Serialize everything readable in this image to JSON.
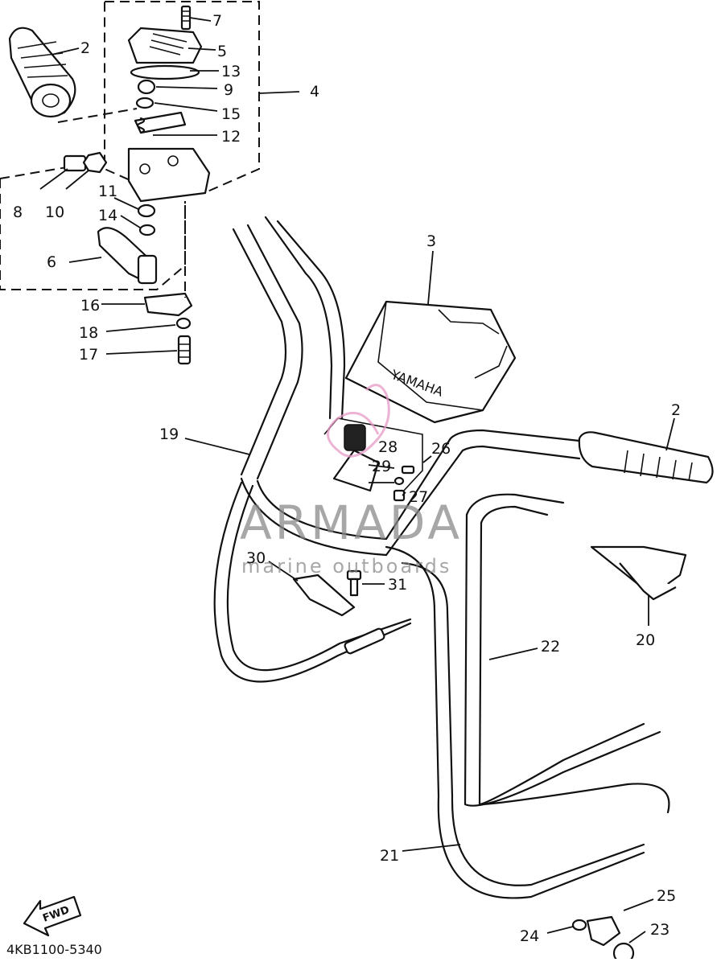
{
  "diagram": {
    "code": "4KB1100-5340",
    "fwd": "FWD",
    "brand_mark": "YAMAHA",
    "watermark_title": "ARMADA",
    "watermark_subtitle": "marine outboards",
    "callouts": [
      "2",
      "7",
      "5",
      "13",
      "9",
      "4",
      "15",
      "12",
      "8",
      "10",
      "11",
      "14",
      "6",
      "16",
      "18",
      "17",
      "3",
      "19",
      "2",
      "20",
      "22",
      "21",
      "28",
      "26",
      "29",
      "27",
      "30",
      "31",
      "25",
      "24",
      "23"
    ]
  },
  "colors": {
    "line": "#111111",
    "watermark": "#8a8a8a",
    "watermark_pink": "#e79ac7",
    "background": "#ffffff"
  }
}
